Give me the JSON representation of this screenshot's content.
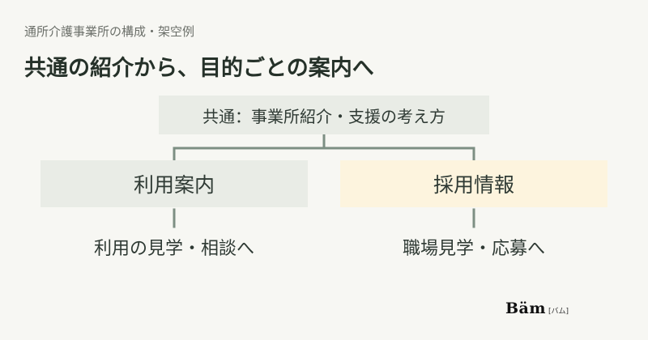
{
  "header": {
    "subtitle": "通所介護事業所の構成・架空例",
    "title": "共通の紹介から、目的ごとの案内へ"
  },
  "diagram": {
    "root": "共通：事業所紹介・支援の考え方",
    "branches": [
      {
        "label": "利用案内",
        "detail": "利用の見学・相談へ",
        "color": "#e9ece6"
      },
      {
        "label": "採用情報",
        "detail": "職場見学・応募へ",
        "color": "#fdf4de"
      }
    ],
    "connector_color": "#7d8f83"
  },
  "logo": {
    "text": "Bäm",
    "reading": "[バム]"
  }
}
